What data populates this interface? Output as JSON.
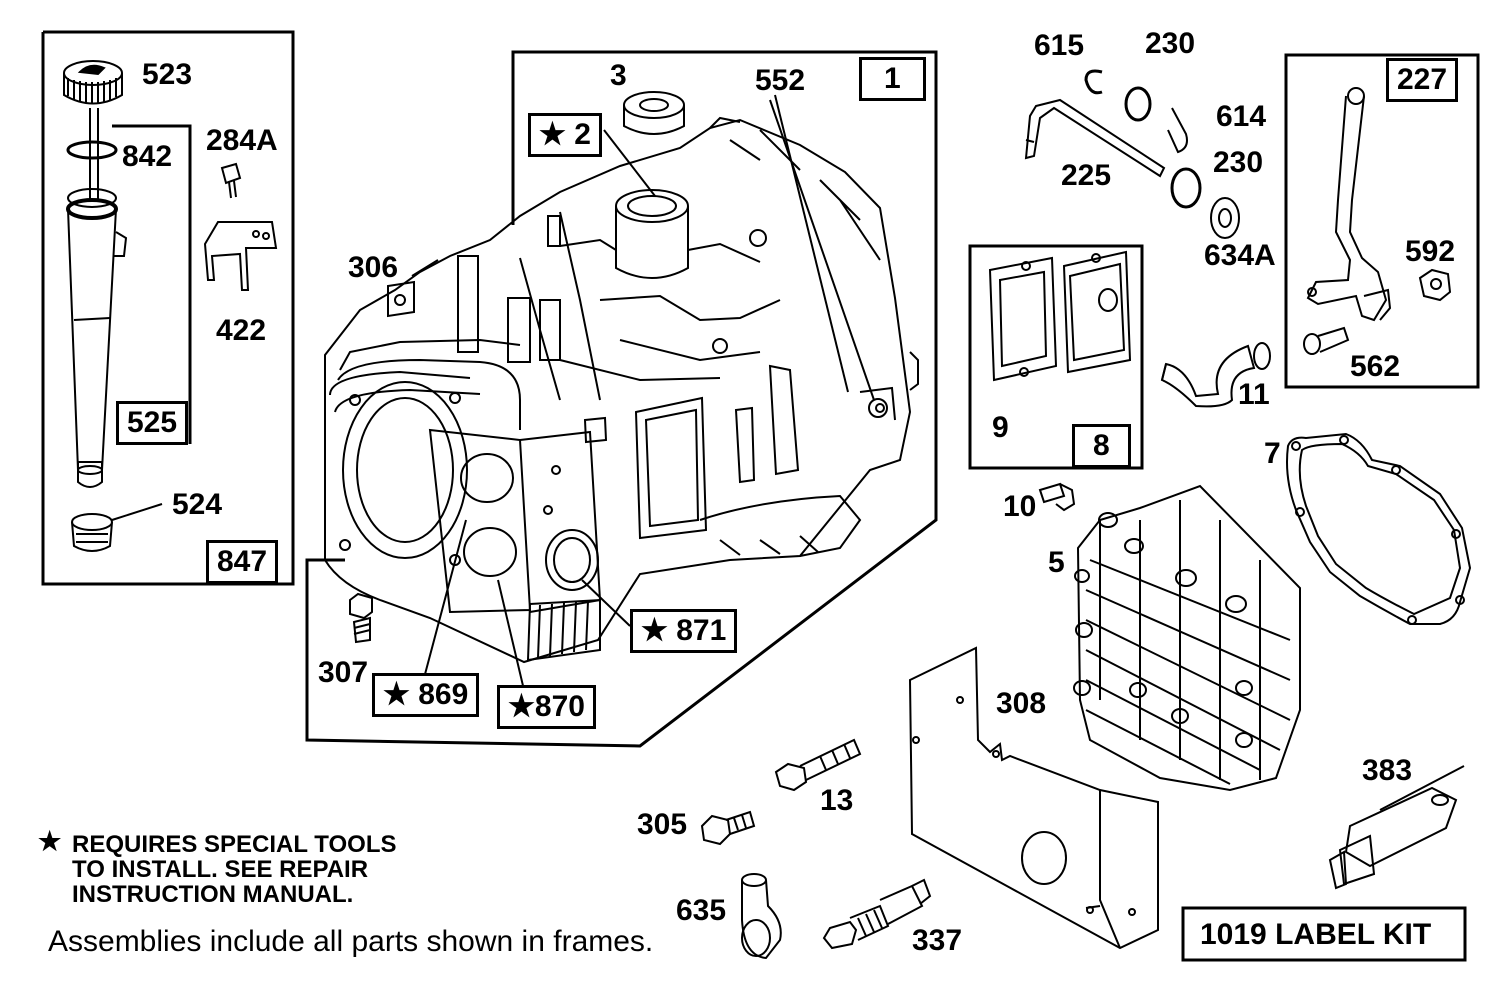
{
  "frames": {
    "f847": "847",
    "f525": "525",
    "f1": "1",
    "f8": "8",
    "f227": "227"
  },
  "labels": {
    "p523": "523",
    "p842": "842",
    "p284A": "284A",
    "p422": "422",
    "p524": "524",
    "p3": "3",
    "p552": "552",
    "p2": "★ 2",
    "p306": "306",
    "p307": "307",
    "p869": "★ 869",
    "p870": "★870",
    "p871": "★ 871",
    "p615": "615",
    "p230a": "230",
    "p614": "614",
    "p225": "225",
    "p230b": "230",
    "p634A": "634A",
    "p9": "9",
    "p11": "11",
    "p592": "592",
    "p562": "562",
    "p7": "7",
    "p10": "10",
    "p5": "5",
    "p308": "308",
    "p13": "13",
    "p305": "305",
    "p383": "383",
    "p635": "635",
    "p337": "337"
  },
  "notes": {
    "star": "★",
    "line1": "REQUIRES SPECIAL TOOLS",
    "line2": "TO INSTALL.  SEE REPAIR",
    "line3": "INSTRUCTION MANUAL.",
    "assemblies": "Assemblies include all parts shown in frames.",
    "label_kit": "1019 LABEL KIT"
  }
}
